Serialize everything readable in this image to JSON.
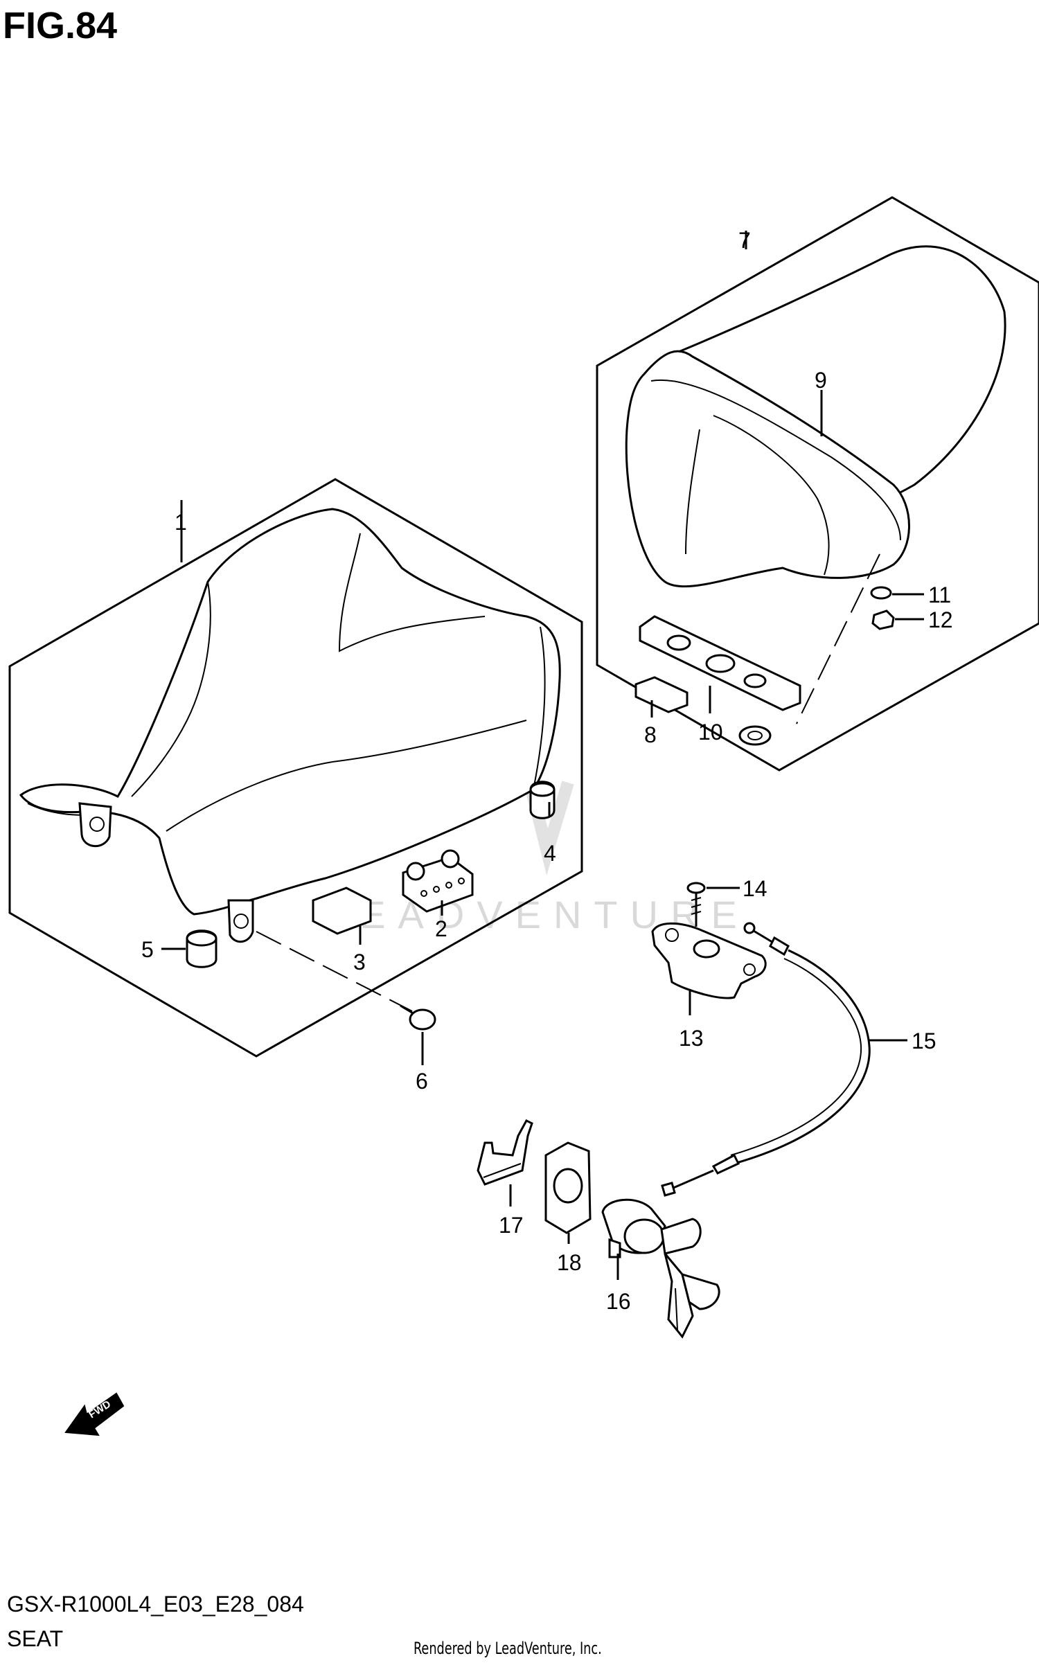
{
  "figure": {
    "title": "FIG.84",
    "code": "GSX-R1000L4_E03_E28_084",
    "name": "SEAT",
    "rendered_by": "Rendered by LeadVenture, Inc.",
    "watermark": "LEADVENTURE"
  },
  "callouts": {
    "c1": "1",
    "c2": "2",
    "c3": "3",
    "c4": "4",
    "c5": "5",
    "c6": "6",
    "c7": "7",
    "c8": "8",
    "c9": "9",
    "c10": "10",
    "c11": "11",
    "c12": "12",
    "c13": "13",
    "c14": "14",
    "c15": "15",
    "c16": "16",
    "c17": "17",
    "c18": "18"
  },
  "direction_badge": "FWD",
  "colors": {
    "line": "#000000",
    "watermark": "#d9d9d9",
    "background": "#ffffff"
  },
  "icons": {
    "direction": "fwd-arrow-icon"
  }
}
